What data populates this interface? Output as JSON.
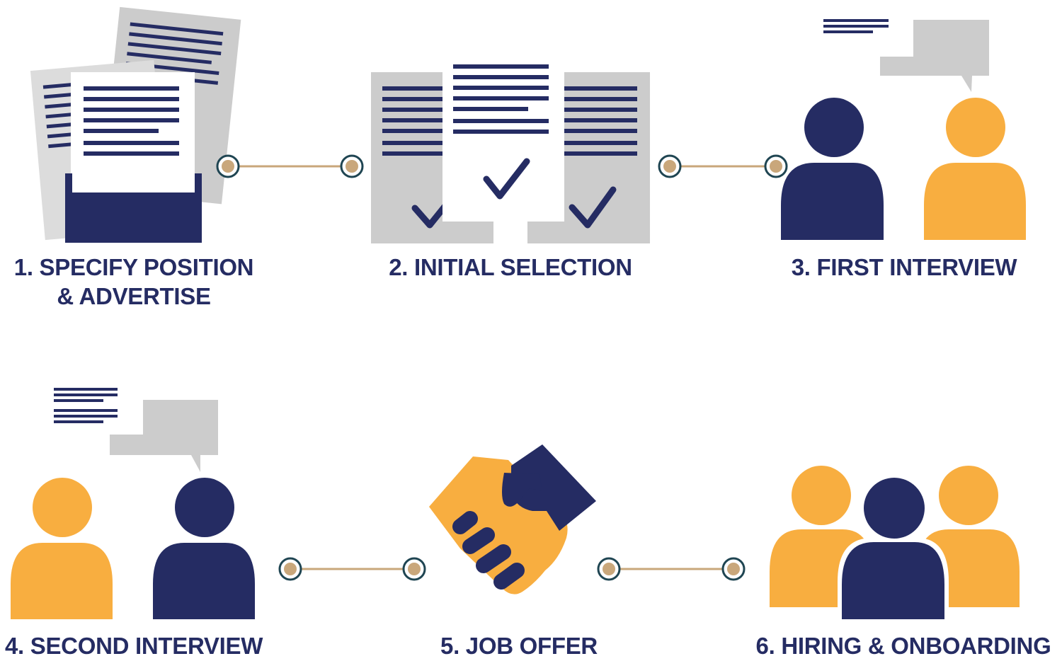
{
  "colors": {
    "navy": "#252c63",
    "yellow": "#f8ae40",
    "gray": "#cccccc",
    "light_gray": "#dcdcdc",
    "connector": "#c9a77b",
    "connector_ring": "#1f4552",
    "white": "#ffffff"
  },
  "steps": [
    {
      "label_line1": "1. SPECIFY POSITION",
      "label_line2": "& ADVERTISE",
      "icon": "documents-envelope-icon"
    },
    {
      "label_line1": "2. INITIAL SELECTION",
      "icon": "checked-documents-icon"
    },
    {
      "label_line1": "3. FIRST INTERVIEW",
      "icon": "two-people-conversation-icon"
    },
    {
      "label_line1": "4. SECOND INTERVIEW",
      "icon": "two-people-conversation-icon"
    },
    {
      "label_line1": "5. JOB OFFER",
      "icon": "handshake-icon"
    },
    {
      "label_line1": "6. HIRING & ONBOARDING",
      "icon": "team-icon"
    }
  ]
}
